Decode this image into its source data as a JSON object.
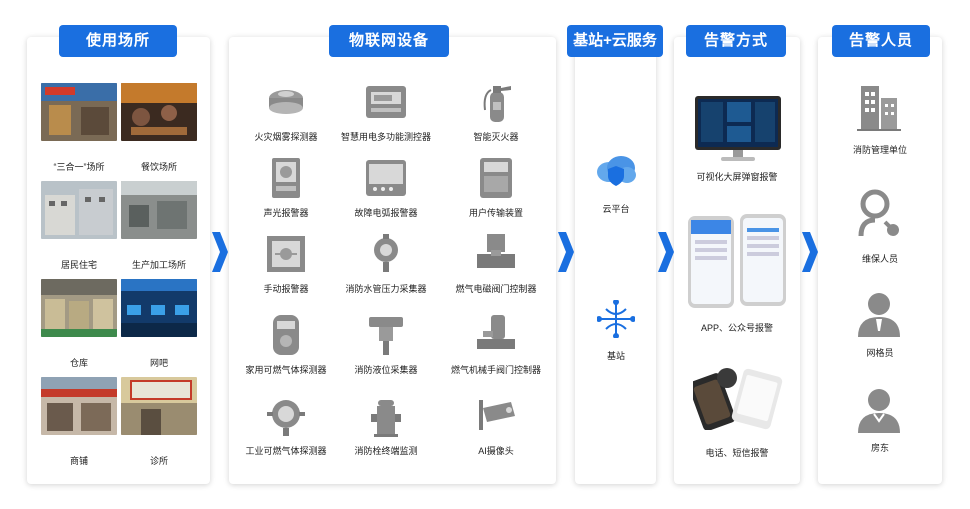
{
  "panels": {
    "venues": "使用场所",
    "iot": "物联网设备",
    "cloud": "基站+云服务",
    "alert": "告警方式",
    "personnel": "告警人员"
  },
  "venues": [
    "“三合一”场所",
    "餐饮场所",
    "居民住宅",
    "生产加工场所",
    "仓库",
    "网吧",
    "商铺",
    "诊所"
  ],
  "devices": [
    "火灾烟雾探测器",
    "智慧用电多功能测控器",
    "智能灭火器",
    "声光报警器",
    "故障电弧报警器",
    "用户传输装置",
    "手动报警器",
    "消防水管压力采集器",
    "燃气电磁阀门控制器",
    "家用可燃气体探测器",
    "消防液位采集器",
    "燃气机械手阀门控制器",
    "工业可燃气体探测器",
    "消防栓终端监测",
    "AI摄像头"
  ],
  "cloud": {
    "platform": "云平台",
    "station": "基站"
  },
  "alerts": {
    "screen": "可视化大屏弹窗报警",
    "app": "APP、公众号报警",
    "sms": "电话、短信报警"
  },
  "people": [
    "消防管理单位",
    "维保人员",
    "网格员",
    "房东"
  ],
  "colors": {
    "accent": "#1a6fe0",
    "icon_gray": "#8a8a8a"
  }
}
